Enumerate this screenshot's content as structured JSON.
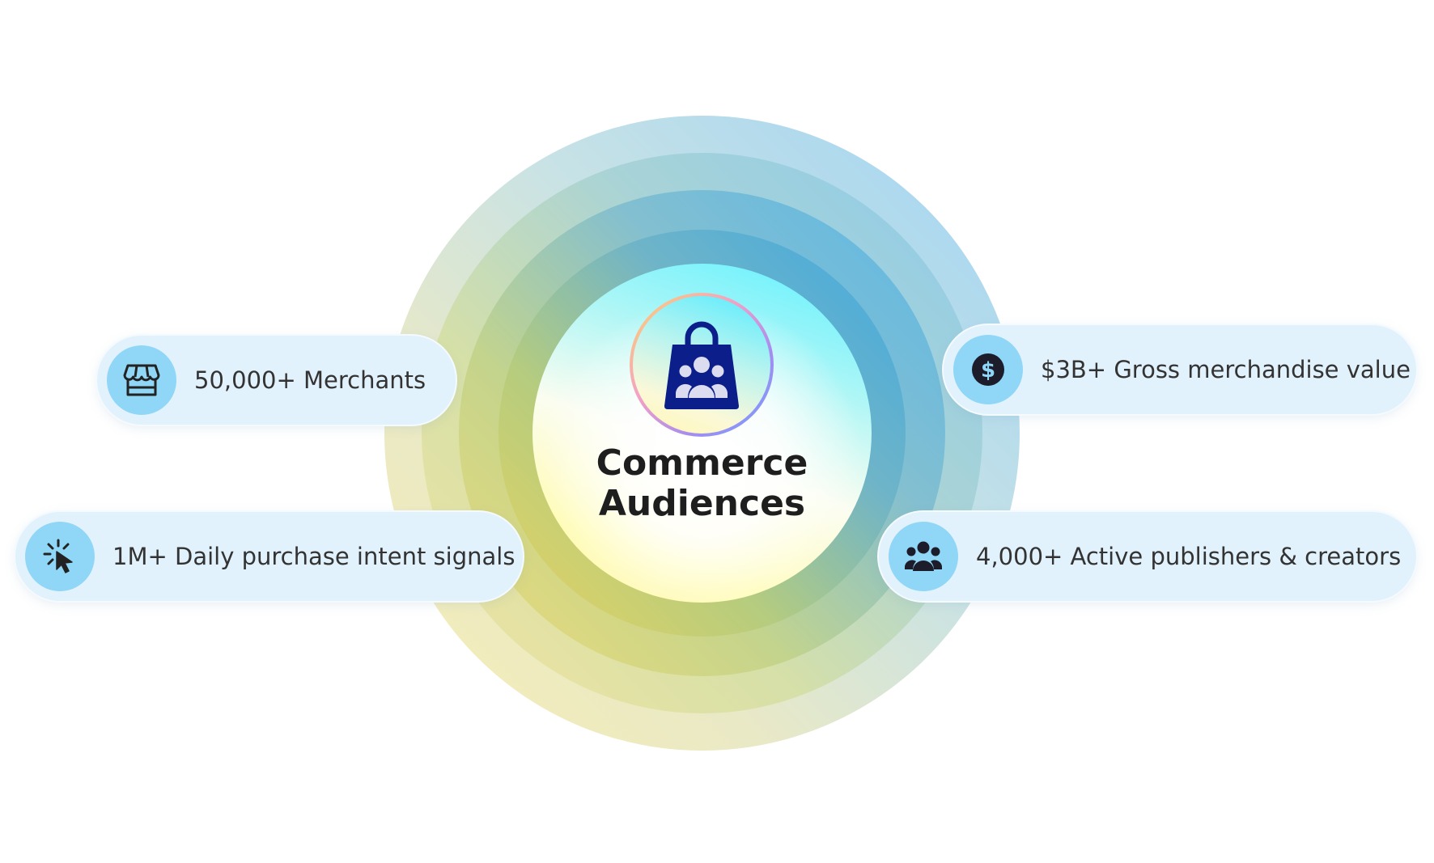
{
  "center": {
    "title_line1": "Commerce",
    "title_line2": "Audiences",
    "icon": "shopping-bag-people-icon"
  },
  "stats": [
    {
      "label": "50,000+ Merchants",
      "icon": "storefront-icon"
    },
    {
      "label": "1M+ Daily purchase intent signals",
      "icon": "cursor-click-icon"
    },
    {
      "label": "$3B+ Gross merchandise value",
      "icon": "dollar-coin-icon"
    },
    {
      "label": "4,000+ Active publishers & creators",
      "icon": "people-group-icon"
    }
  ],
  "colors": {
    "pill_background": "#e1f2fc",
    "icon_circle": "#8fd6f7",
    "bag_navy": "#0b1e8a",
    "text": "#333333"
  }
}
